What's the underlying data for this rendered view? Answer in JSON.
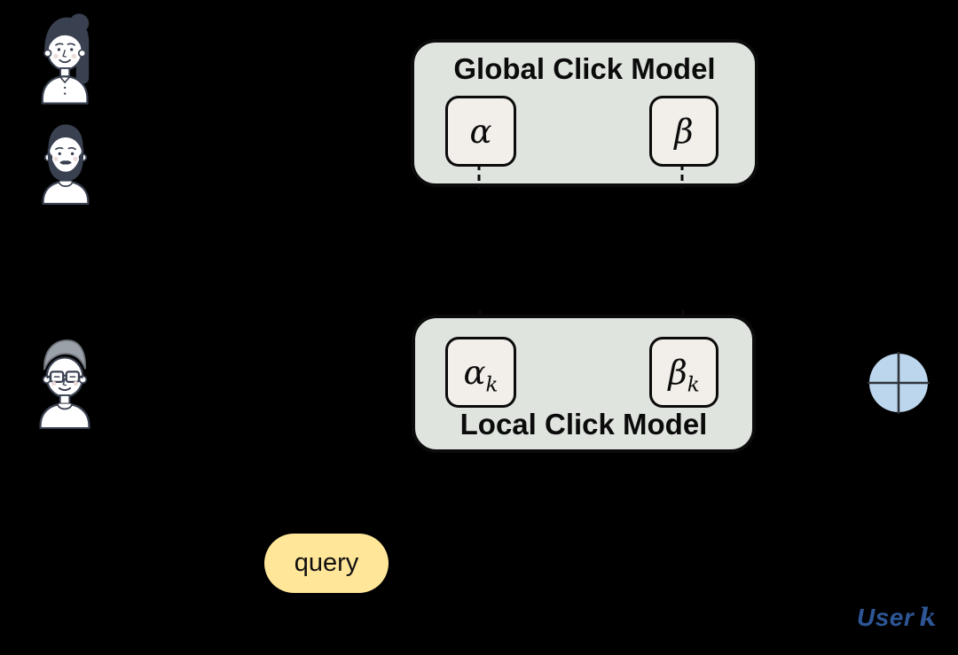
{
  "scene": {
    "background_color": "#000000",
    "colors": {
      "model_box_fill": "#dfe4df",
      "param_box_fill": "#f2eee9",
      "outline": "#0b0b0b",
      "query_pill_fill": "#ffe699",
      "aggregator_fill": "#bcd6ee",
      "user_label_color": "#2e5697",
      "avatar_line_color": "#394050",
      "gray_hair_color": "#9ba1a9"
    }
  },
  "users_panel": {
    "avatars": [
      {
        "icon": "female-user-avatar"
      },
      {
        "icon": "bearded-male-user-avatar"
      },
      {
        "icon": "glasses-male-user-avatar"
      }
    ]
  },
  "global_model": {
    "title": "Global Click Model",
    "params": [
      {
        "symbol": "α",
        "sub": ""
      },
      {
        "symbol": "β",
        "sub": ""
      }
    ]
  },
  "local_model": {
    "title": "Local Click Model",
    "params": [
      {
        "symbol": "α",
        "sub": "k"
      },
      {
        "symbol": "β",
        "sub": "k"
      }
    ]
  },
  "connectors": {
    "style": "dashed",
    "from": "global model params",
    "to": "local model params"
  },
  "query": {
    "label": "query"
  },
  "aggregator": {
    "icon": "circled-plus"
  },
  "user_label": {
    "prefix": "User",
    "k": "k"
  }
}
